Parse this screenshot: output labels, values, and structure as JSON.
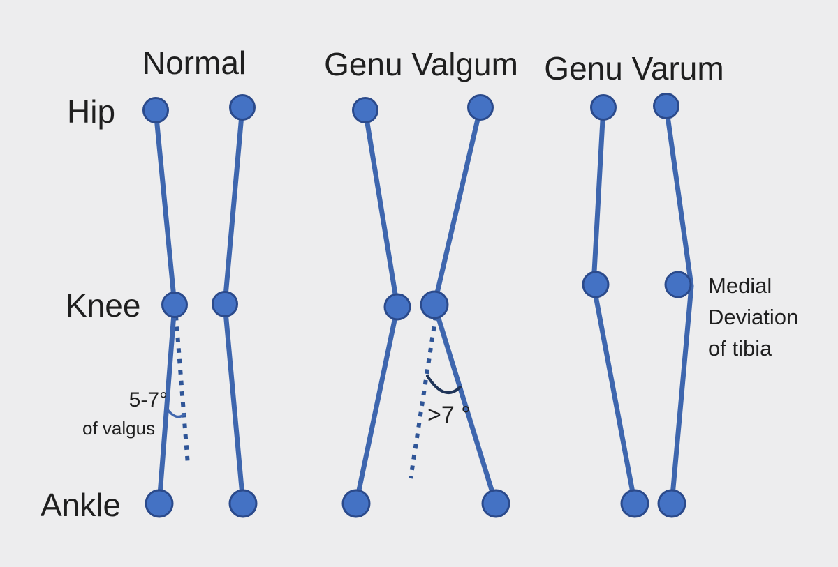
{
  "colors": {
    "background": "#EDEDEE",
    "limb": "#3E66AE",
    "joint_fill": "#4472C4",
    "joint_stroke": "#2B4A8B",
    "dotted_axis": "#2F5597",
    "arc_normal": "#4167AE",
    "arc_valgum": "#1F3458"
  },
  "titles": {
    "normal": "Normal",
    "valgum": "Genu Valgum",
    "varum": "Genu Varum"
  },
  "row_labels": {
    "hip": "Hip",
    "knee": "Knee",
    "ankle": "Ankle"
  },
  "annotations": {
    "normal_angle": "5-7°",
    "normal_angle_sub": "of valgus",
    "valgum_angle": ">7 °",
    "varum_lines": [
      "Medial",
      "Deviation",
      "of tibia"
    ]
  }
}
